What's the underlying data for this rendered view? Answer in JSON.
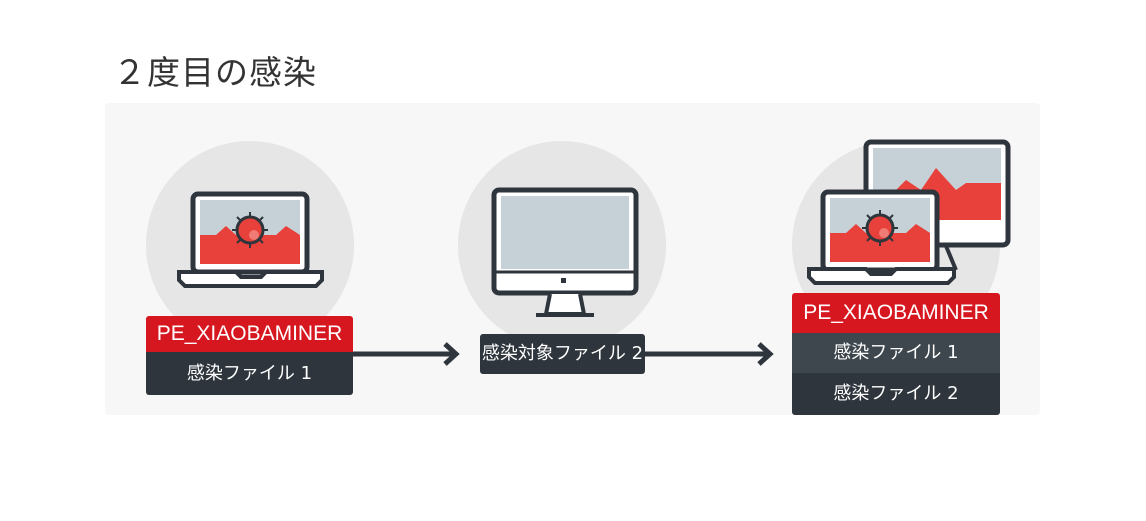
{
  "title": "２度目の感染",
  "stage1": {
    "malware": "PE_XIAOBAMINER",
    "file": "感染ファイル 1"
  },
  "stage2": {
    "file": "感染対象ファイル 2"
  },
  "stage3": {
    "malware": "PE_XIAOBAMINER",
    "files": [
      "感染ファイル 1",
      "感染ファイル 2"
    ]
  },
  "colors": {
    "red": "#d7171f",
    "dark": "#2e353c",
    "screen": "#c5d0d7",
    "virus": "#e8403a"
  }
}
